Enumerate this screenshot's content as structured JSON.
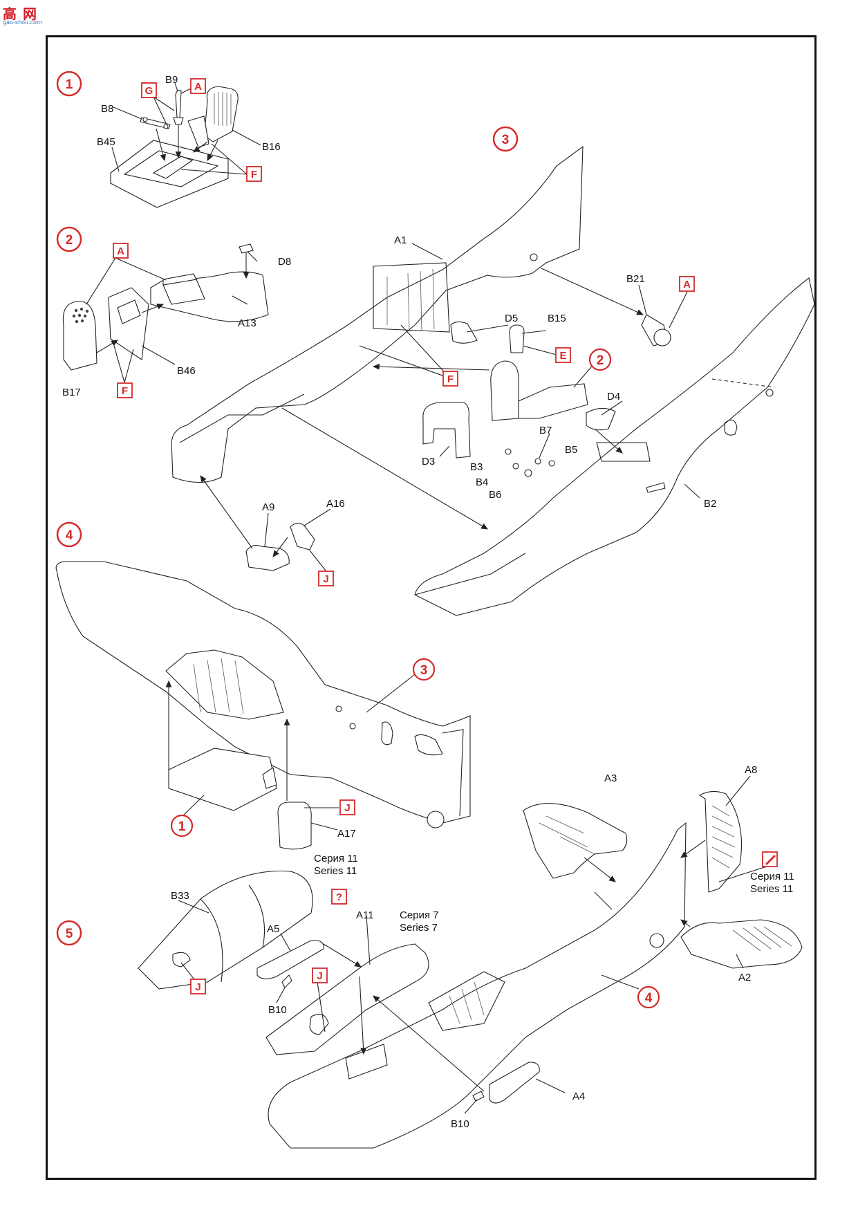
{
  "logo": {
    "glyphs": "高 网",
    "url": "gao-shou.com"
  },
  "steps": [
    "1",
    "2",
    "3",
    "4",
    "5",
    "2",
    "3",
    "1",
    "4"
  ],
  "markers": {
    "A": "A",
    "G": "G",
    "F": "F",
    "E": "E",
    "J": "J",
    "Q": "?"
  },
  "parts": {
    "B9": "B9",
    "B8": "B8",
    "B45": "B45",
    "B16": "B16",
    "D8": "D8",
    "A13": "A13",
    "B17": "B17",
    "B46": "B46",
    "A1": "A1",
    "B21": "B21",
    "D5": "D5",
    "B15": "B15",
    "D4": "D4",
    "D3": "D3",
    "B7": "B7",
    "B3": "B3",
    "B5": "B5",
    "B4": "B4",
    "B6": "B6",
    "B2": "B2",
    "A9": "A9",
    "A16": "A16",
    "A17": "A17",
    "A3": "A3",
    "A8": "A8",
    "A2": "A2",
    "B33": "B33",
    "A11": "A11",
    "A5": "A5",
    "B10": "B10",
    "A4": "A4"
  },
  "series": {
    "s11_ru": "Серия 11",
    "s11_en": "Series 11",
    "s7_ru": "Серия 7",
    "s7_en": "Series 7"
  }
}
